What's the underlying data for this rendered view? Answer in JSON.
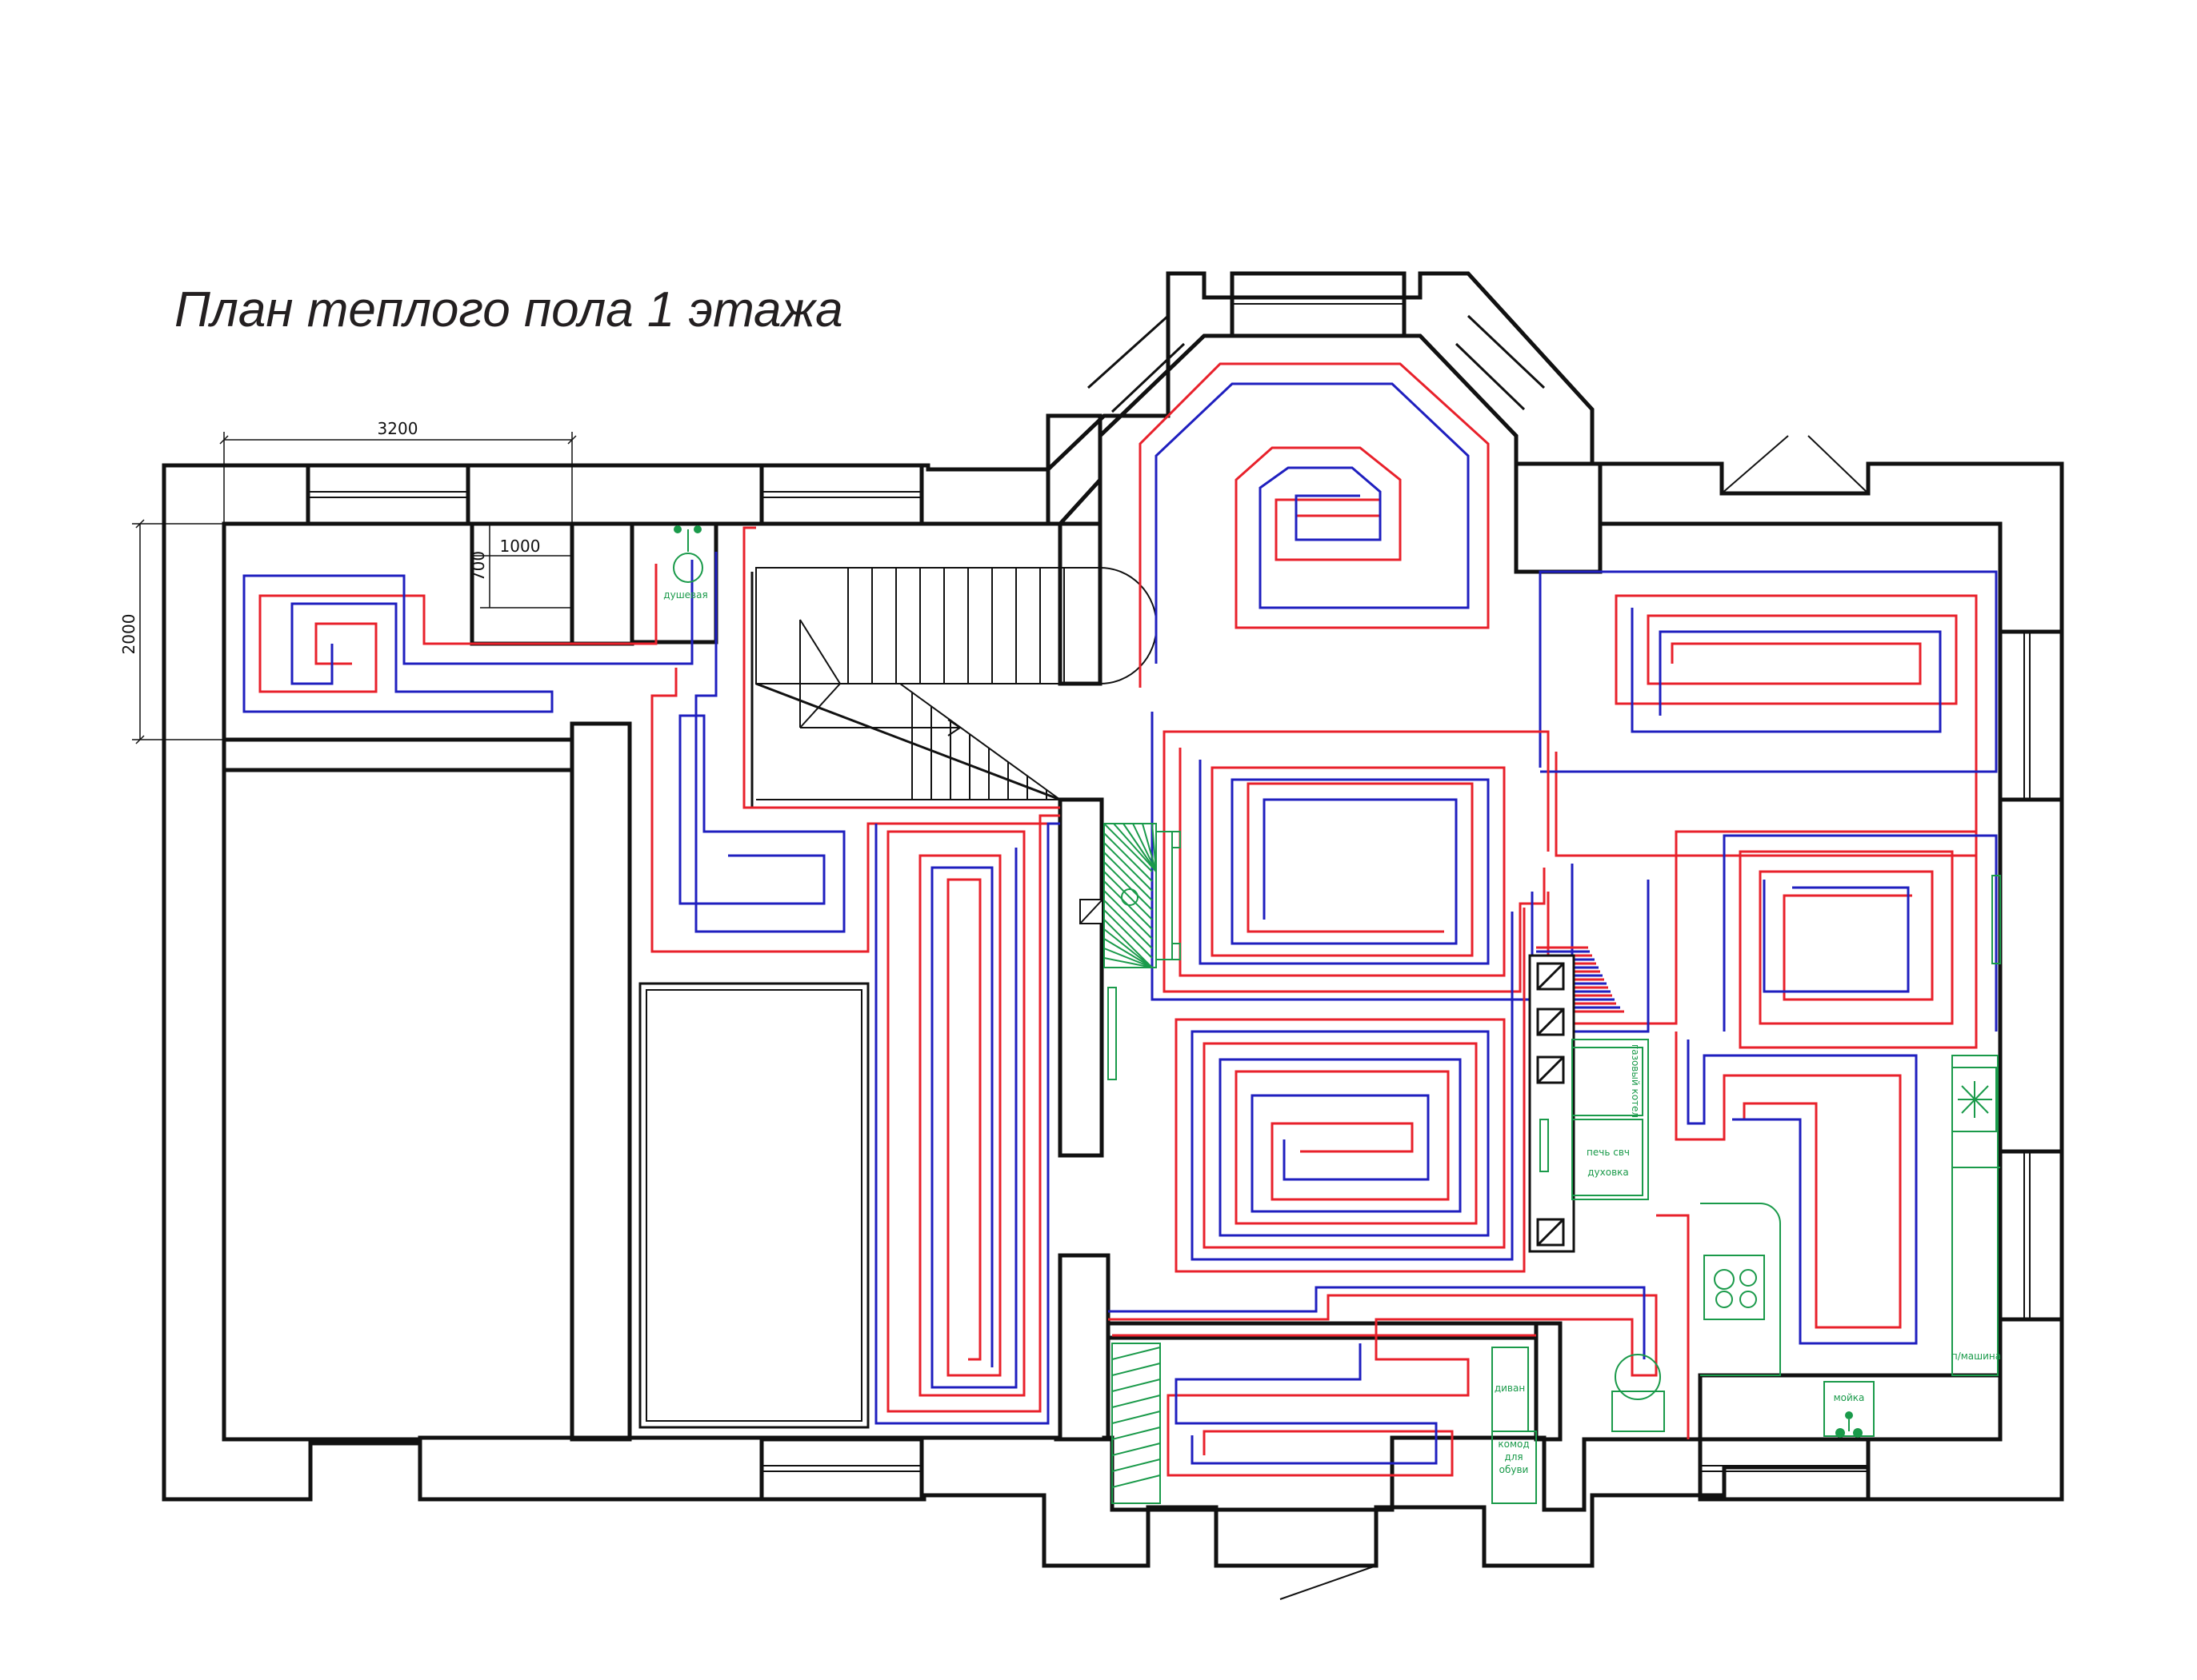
{
  "title": "План теплого пола 1 этажа",
  "dimensions": {
    "width": "3200",
    "height": "2000",
    "niche_width": "1000",
    "niche_depth": "700"
  },
  "labels": {
    "shower": "душевая",
    "boiler": "газовый котел",
    "oven_line1": "печь свч",
    "oven_line2": "духовка",
    "sofa": "диван",
    "shoe_line1": "комод",
    "shoe_line2": "для",
    "shoe_line3": "обуви",
    "sink": "мойка",
    "washer": "п/машина"
  },
  "colors": {
    "supply": "#e8212b",
    "return": "#1f1fbf",
    "walls": "#111111",
    "furniture": "#1a9a4a"
  }
}
